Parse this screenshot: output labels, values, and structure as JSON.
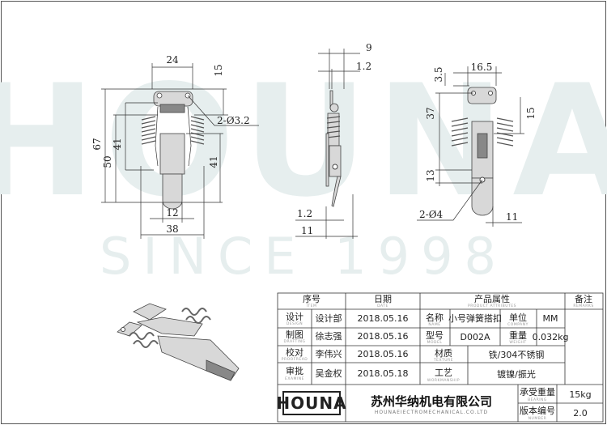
{
  "watermark": {
    "brand": "HOUNA",
    "since": "SINCE 1998"
  },
  "front_view": {
    "width_top": "24",
    "height_top": "15",
    "hole": "2-Ø3.2",
    "total_height": "67",
    "h50": "50",
    "h41_left": "41",
    "h41_right": "41",
    "w12": "12",
    "w38": "38"
  },
  "side_view": {
    "d9": "9",
    "d1_2_top": "1.2",
    "d1_2_bottom": "1.2",
    "d11": "11"
  },
  "back_view": {
    "d3_5": "3.5",
    "d16_5": "16.5",
    "d37": "37",
    "d15": "15",
    "d13": "13",
    "hole": "2-Ø4",
    "d11": "11"
  },
  "title_block": {
    "headers": {
      "item": {
        "cn": "序号",
        "en": "ITEM"
      },
      "date": {
        "cn": "日期",
        "en": "DATE"
      },
      "attrs": {
        "cn": "产品属性",
        "en": "PRODUCT ATTRIBUTES"
      },
      "remarks": {
        "cn": "备注",
        "en": "REMARKS"
      }
    },
    "rows": [
      {
        "cn": "设计",
        "en": "DESIGN",
        "person": "设计部",
        "date": "2018.05.16"
      },
      {
        "cn": "制图",
        "en": "DRAFTING",
        "person": "徐志强",
        "date": "2018.05.16"
      },
      {
        "cn": "校对",
        "en": "PROOFREAD",
        "person": "李伟兴",
        "date": "2018.05.16"
      },
      {
        "cn": "审批",
        "en": "EXAMINE",
        "person": "吴金权",
        "date": "2018.05.18"
      }
    ],
    "attributes": {
      "name": {
        "cn": "名称",
        "en": "NAME",
        "value": "小号弹簧搭扣"
      },
      "unit": {
        "cn": "单位",
        "en": "COMPANY",
        "value": "MM"
      },
      "model": {
        "cn": "型号",
        "en": "MODEL",
        "value": "D002A"
      },
      "weight": {
        "cn": "重量",
        "en": "WEIGHT",
        "value": "0.032kg"
      },
      "texture": {
        "cn": "材质",
        "en": "TEXTURE",
        "value": "铁/304不锈钢"
      },
      "workmanship": {
        "cn": "工艺",
        "en": "WORKMANSHIP",
        "value": "镀镍/振光"
      }
    },
    "logo": "HOUNA",
    "company_cn": "苏州华纳机电有限公司",
    "company_en": "HOUNAEIECTROMECHANICAL.CO.LTD",
    "bearing": {
      "cn": "承受重量",
      "en": "BEARING",
      "value": "15kg"
    },
    "number": {
      "cn": "版本编号",
      "en": "NUMBER",
      "value": "2.0"
    }
  }
}
